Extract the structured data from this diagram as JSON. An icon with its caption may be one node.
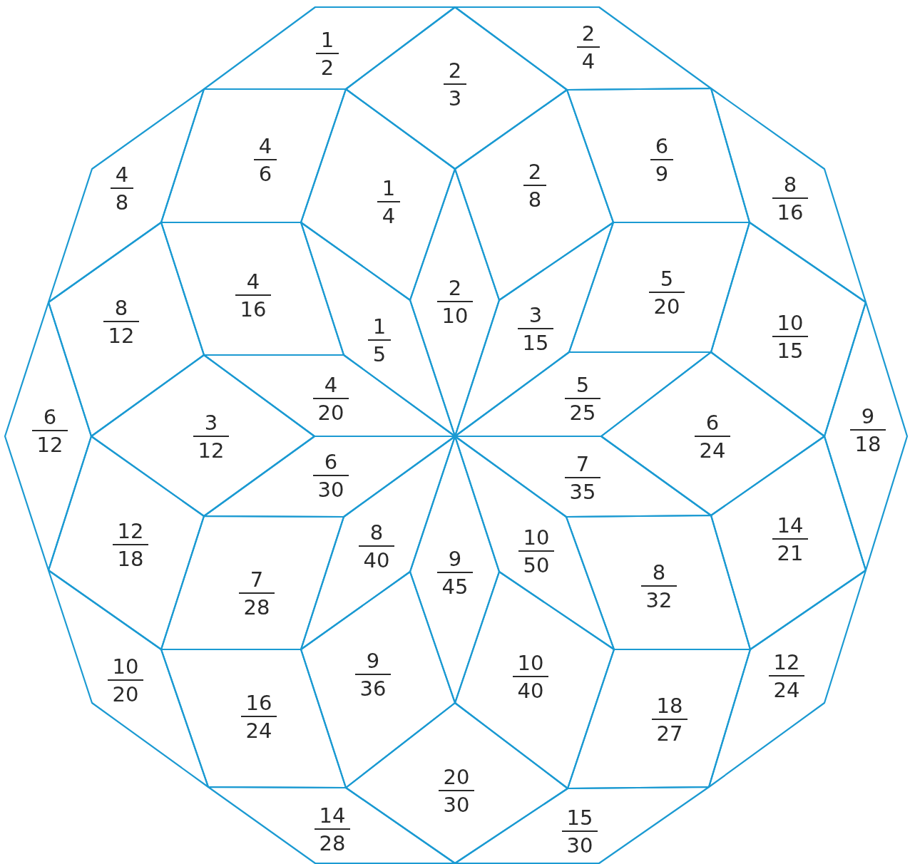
{
  "diagram": {
    "nodes": [
      {
        "text": [
          "1",
          "2"
        ]
      },
      {
        "text": [
          "2",
          "3"
        ]
      },
      {
        "text": [
          "2",
          "4"
        ]
      },
      {
        "text": [
          "4",
          "8"
        ]
      },
      {
        "text": [
          "4",
          "6"
        ]
      },
      {
        "text": [
          "1",
          "4"
        ]
      },
      {
        "text": [
          "2",
          "8"
        ]
      },
      {
        "text": [
          "6",
          "9"
        ]
      },
      {
        "text": [
          "8",
          "16"
        ]
      },
      {
        "text": [
          "4",
          "16"
        ]
      },
      {
        "text": [
          "2",
          "10"
        ]
      },
      {
        "text": [
          "5",
          "20"
        ]
      },
      {
        "text": [
          "8",
          "12"
        ]
      },
      {
        "text": [
          "10",
          "15"
        ]
      },
      {
        "text": [
          "1",
          "5"
        ]
      },
      {
        "text": [
          "3",
          "15"
        ]
      },
      {
        "text": [
          "4",
          "20"
        ]
      },
      {
        "text": [
          "5",
          "25"
        ]
      },
      {
        "text": [
          "6",
          "12"
        ]
      },
      {
        "text": [
          "3",
          "12"
        ]
      },
      {
        "text": [
          "6",
          "24"
        ]
      },
      {
        "text": [
          "9",
          "18"
        ]
      },
      {
        "text": [
          "6",
          "30"
        ]
      },
      {
        "text": [
          "7",
          "35"
        ]
      },
      {
        "text": [
          "14",
          "21"
        ]
      },
      {
        "text": [
          "12",
          "18"
        ]
      },
      {
        "text": [
          "8",
          "40"
        ]
      },
      {
        "text": [
          "10",
          "50"
        ]
      },
      {
        "text": [
          "9",
          "45"
        ]
      },
      {
        "text": [
          "7",
          "28"
        ]
      },
      {
        "text": [
          "8",
          "32"
        ]
      },
      {
        "text": [
          "12",
          "24"
        ]
      },
      {
        "text": [
          "10",
          "20"
        ]
      },
      {
        "text": [
          "10",
          "40"
        ]
      },
      {
        "text": [
          "9",
          "36"
        ]
      },
      {
        "text": [
          "16",
          "24"
        ]
      },
      {
        "text": [
          "18",
          "27"
        ]
      },
      {
        "text": [
          "20",
          "30"
        ]
      },
      {
        "text": [
          "14",
          "28"
        ]
      },
      {
        "text": [
          "15",
          "30"
        ]
      }
    ]
  }
}
